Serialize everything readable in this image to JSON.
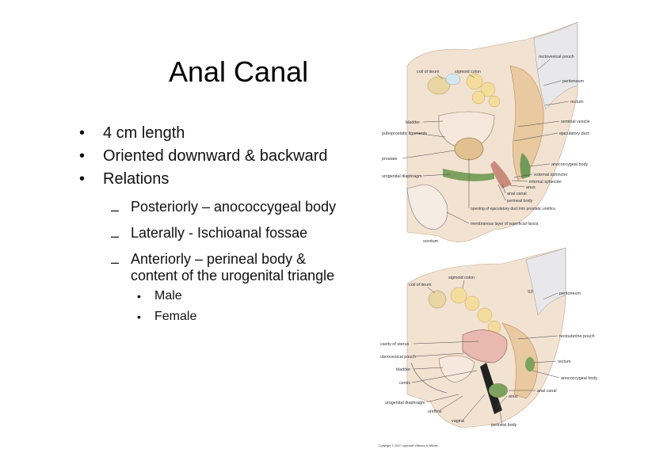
{
  "slide": {
    "title": "Anal Canal",
    "bullets": [
      {
        "text": "4 cm length"
      },
      {
        "text": "Oriented downward & backward"
      },
      {
        "text": "Relations"
      }
    ],
    "relations": [
      {
        "text": "Posteriorly – anococcygeal body"
      },
      {
        "text": "Laterally - Ischioanal fossae"
      },
      {
        "text": "Anteriorly – perineal body & content of the urogenital triangle"
      }
    ],
    "relation_subitems": [
      {
        "text": "Male"
      },
      {
        "text": "Female"
      }
    ]
  },
  "figure_male": {
    "labels": {
      "coil_of_ileum": "coil of ileum",
      "sigmoid_colon": "sigmoid colon",
      "rectovesical_pouch": "rectovesical pouch",
      "peritoneum": "peritoneum",
      "rectum": "rectum",
      "bladder": "bladder",
      "puboprostatic_ligaments": "puboprostatic ligaments",
      "seminal_vesicle": "seminal vesicle",
      "ejaculatory_duct": "ejaculatory duct",
      "prostate": "prostate",
      "anococcygeal_body": "anococcygeal body",
      "urogenital_diaphragm": "urogenital diaphragm",
      "external_sphincter": "external sphincter",
      "internal_sphincter": "internal sphincter",
      "anus": "anus",
      "anal_canal": "anal canal",
      "perineal_body": "perineal body",
      "opening_ejaculatory": "opening of ejaculatory duct into prostatic urethra",
      "membranous_fascia": "membranous layer of superficial fascia",
      "scrotum": "scrotum"
    }
  },
  "figure_female": {
    "labels": {
      "coil_of_ileum": "coil of ileum",
      "sigmoid_colon": "sigmoid colon",
      "s3": "S3",
      "peritoneum": "peritoneum",
      "rectouterine_pouch": "rectouterine pouch",
      "cavity_of_uterus": "cavity of uterus",
      "uterovesical_pouch": "uterovesical pouch",
      "bladder": "bladder",
      "rectum": "rectum",
      "cervix": "cervix",
      "anococcygeal_body": "anococcygeal body",
      "anal_canal": "anal canal",
      "urogenital_diaphragm": "urogenital diaphragm",
      "anus": "anus",
      "urethra": "urethra",
      "vagina": "vagina",
      "perineal_body": "perineal body"
    },
    "copyright": "Copyright © 2007 Lippincott Williams & Wilkins."
  }
}
